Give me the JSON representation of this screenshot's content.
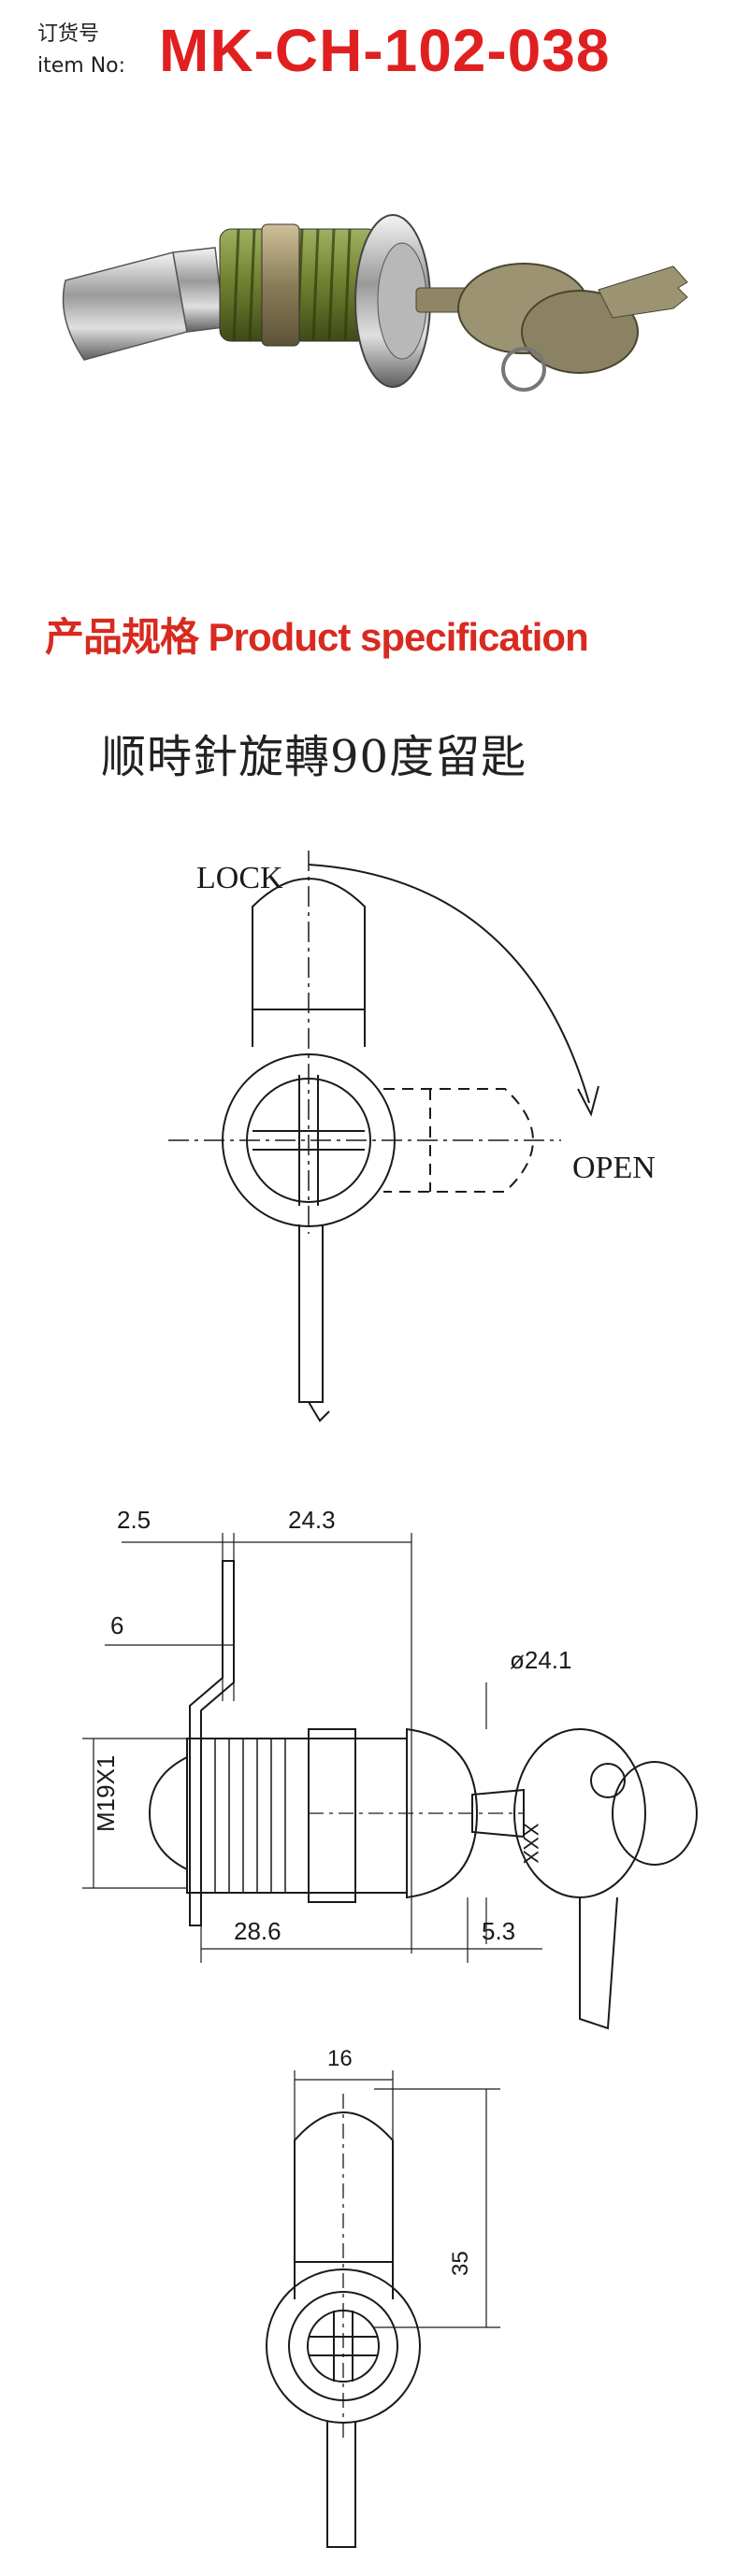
{
  "header": {
    "label_cn": "订货号",
    "label_en": "item No:",
    "item_number": "MK-CH-102-038"
  },
  "spec": {
    "title": "产品规格 Product specification",
    "subtitle": "顺時針旋轉90度留匙"
  },
  "drawing1": {
    "lock_label": "LOCK",
    "open_label": "OPEN"
  },
  "drawing2": {
    "dim_top_left": "2.5",
    "dim_top_right": "24.3",
    "dim_left": "6",
    "dim_diameter": "ø24.1",
    "dim_thread": "M19X1",
    "dim_bottom_left": "28.6",
    "dim_bottom_right": "5.3",
    "key_mark": "XXX"
  },
  "drawing3": {
    "dim_width": "16",
    "dim_height": "35"
  },
  "colors": {
    "brand_red": "#e02020",
    "line": "#1a1a1a"
  }
}
